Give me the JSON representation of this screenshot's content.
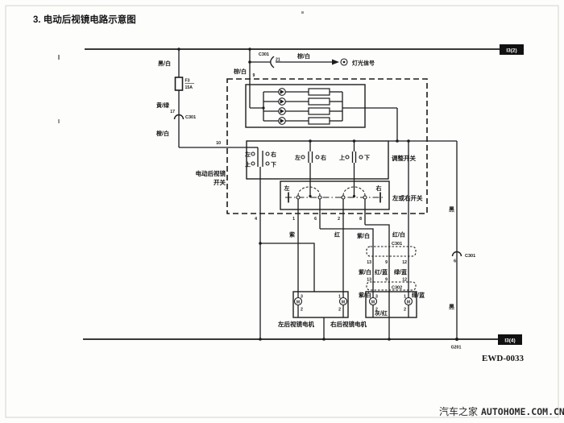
{
  "title": "3. 电动后视镜电路示意图",
  "page_refs": {
    "top_right": "I3(2)",
    "bottom_right": "I3(4)"
  },
  "footer": {
    "diagram_code": "EWD-0033",
    "watermark_cn": "汽车之家",
    "watermark_domain": "AUTOHOME.COM.CN"
  },
  "power_branch": {
    "wire_top": "黑/白",
    "fuse_name": "F3",
    "fuse_rating": "15A",
    "wire_mid": "黄/绿",
    "connector_pin": "17",
    "connector_name": "C301",
    "wire_low": "橙/白",
    "entry_pin": "10"
  },
  "signal_branch": {
    "connector_name": "C301",
    "connector_pin": "21",
    "wire_h": "棕/白",
    "destination": "灯光信号",
    "wire_v": "棕/白",
    "entry_pin": "9"
  },
  "mirror_switch": {
    "name_line1": "电动后视镜",
    "name_line2": "开关",
    "adjust_switch_label": "调整开关",
    "lr_switch_label": "左或右开关",
    "group1": {
      "top_left": "左",
      "top_right": "右",
      "bottom_left": "上",
      "bottom_right": "下"
    },
    "group2": {
      "left": "左",
      "right": "右"
    },
    "group3": {
      "left": "上",
      "right": "下"
    },
    "lr_switch": {
      "left": "左",
      "right": "右"
    },
    "out_pins": {
      "p4": "4",
      "p1": "1",
      "p6": "6",
      "p2": "2",
      "p8": "8"
    }
  },
  "wires": {
    "purple": "紫",
    "red": "红",
    "purple_white": "紫/白",
    "red_white": "红/白",
    "mid_purple_white": "紫/白",
    "mid_red_blue": "红/蓝",
    "mid_green_blue": "绿/蓝",
    "low_purple_white": "紫/白",
    "low_green_blue": "绿/蓝",
    "low_gray_red": "灰/红",
    "black_upper": "黑",
    "black_lower": "黑"
  },
  "connectors": {
    "c301_mid": {
      "name": "C301",
      "pin13": "13",
      "pin9": "9",
      "pin12": "12"
    },
    "c302": {
      "name": "C302",
      "pin13": "13",
      "pin9": "9",
      "pin12": "12"
    },
    "c301_right": {
      "name": "C301",
      "pin": "6"
    }
  },
  "motors": {
    "m_letter": "M",
    "left": {
      "label": "左后视镜电机",
      "pin_a_top": "3",
      "pin_a_bot": "2",
      "pin_b_top": "1",
      "pin_b_bot": "2"
    },
    "right": {
      "label": "右后视镜电机",
      "pin_a_top": "3",
      "pin_a_bot": "2",
      "pin_b_top": "1",
      "pin_b_bot": "2"
    }
  },
  "ground": {
    "label": "G201"
  }
}
